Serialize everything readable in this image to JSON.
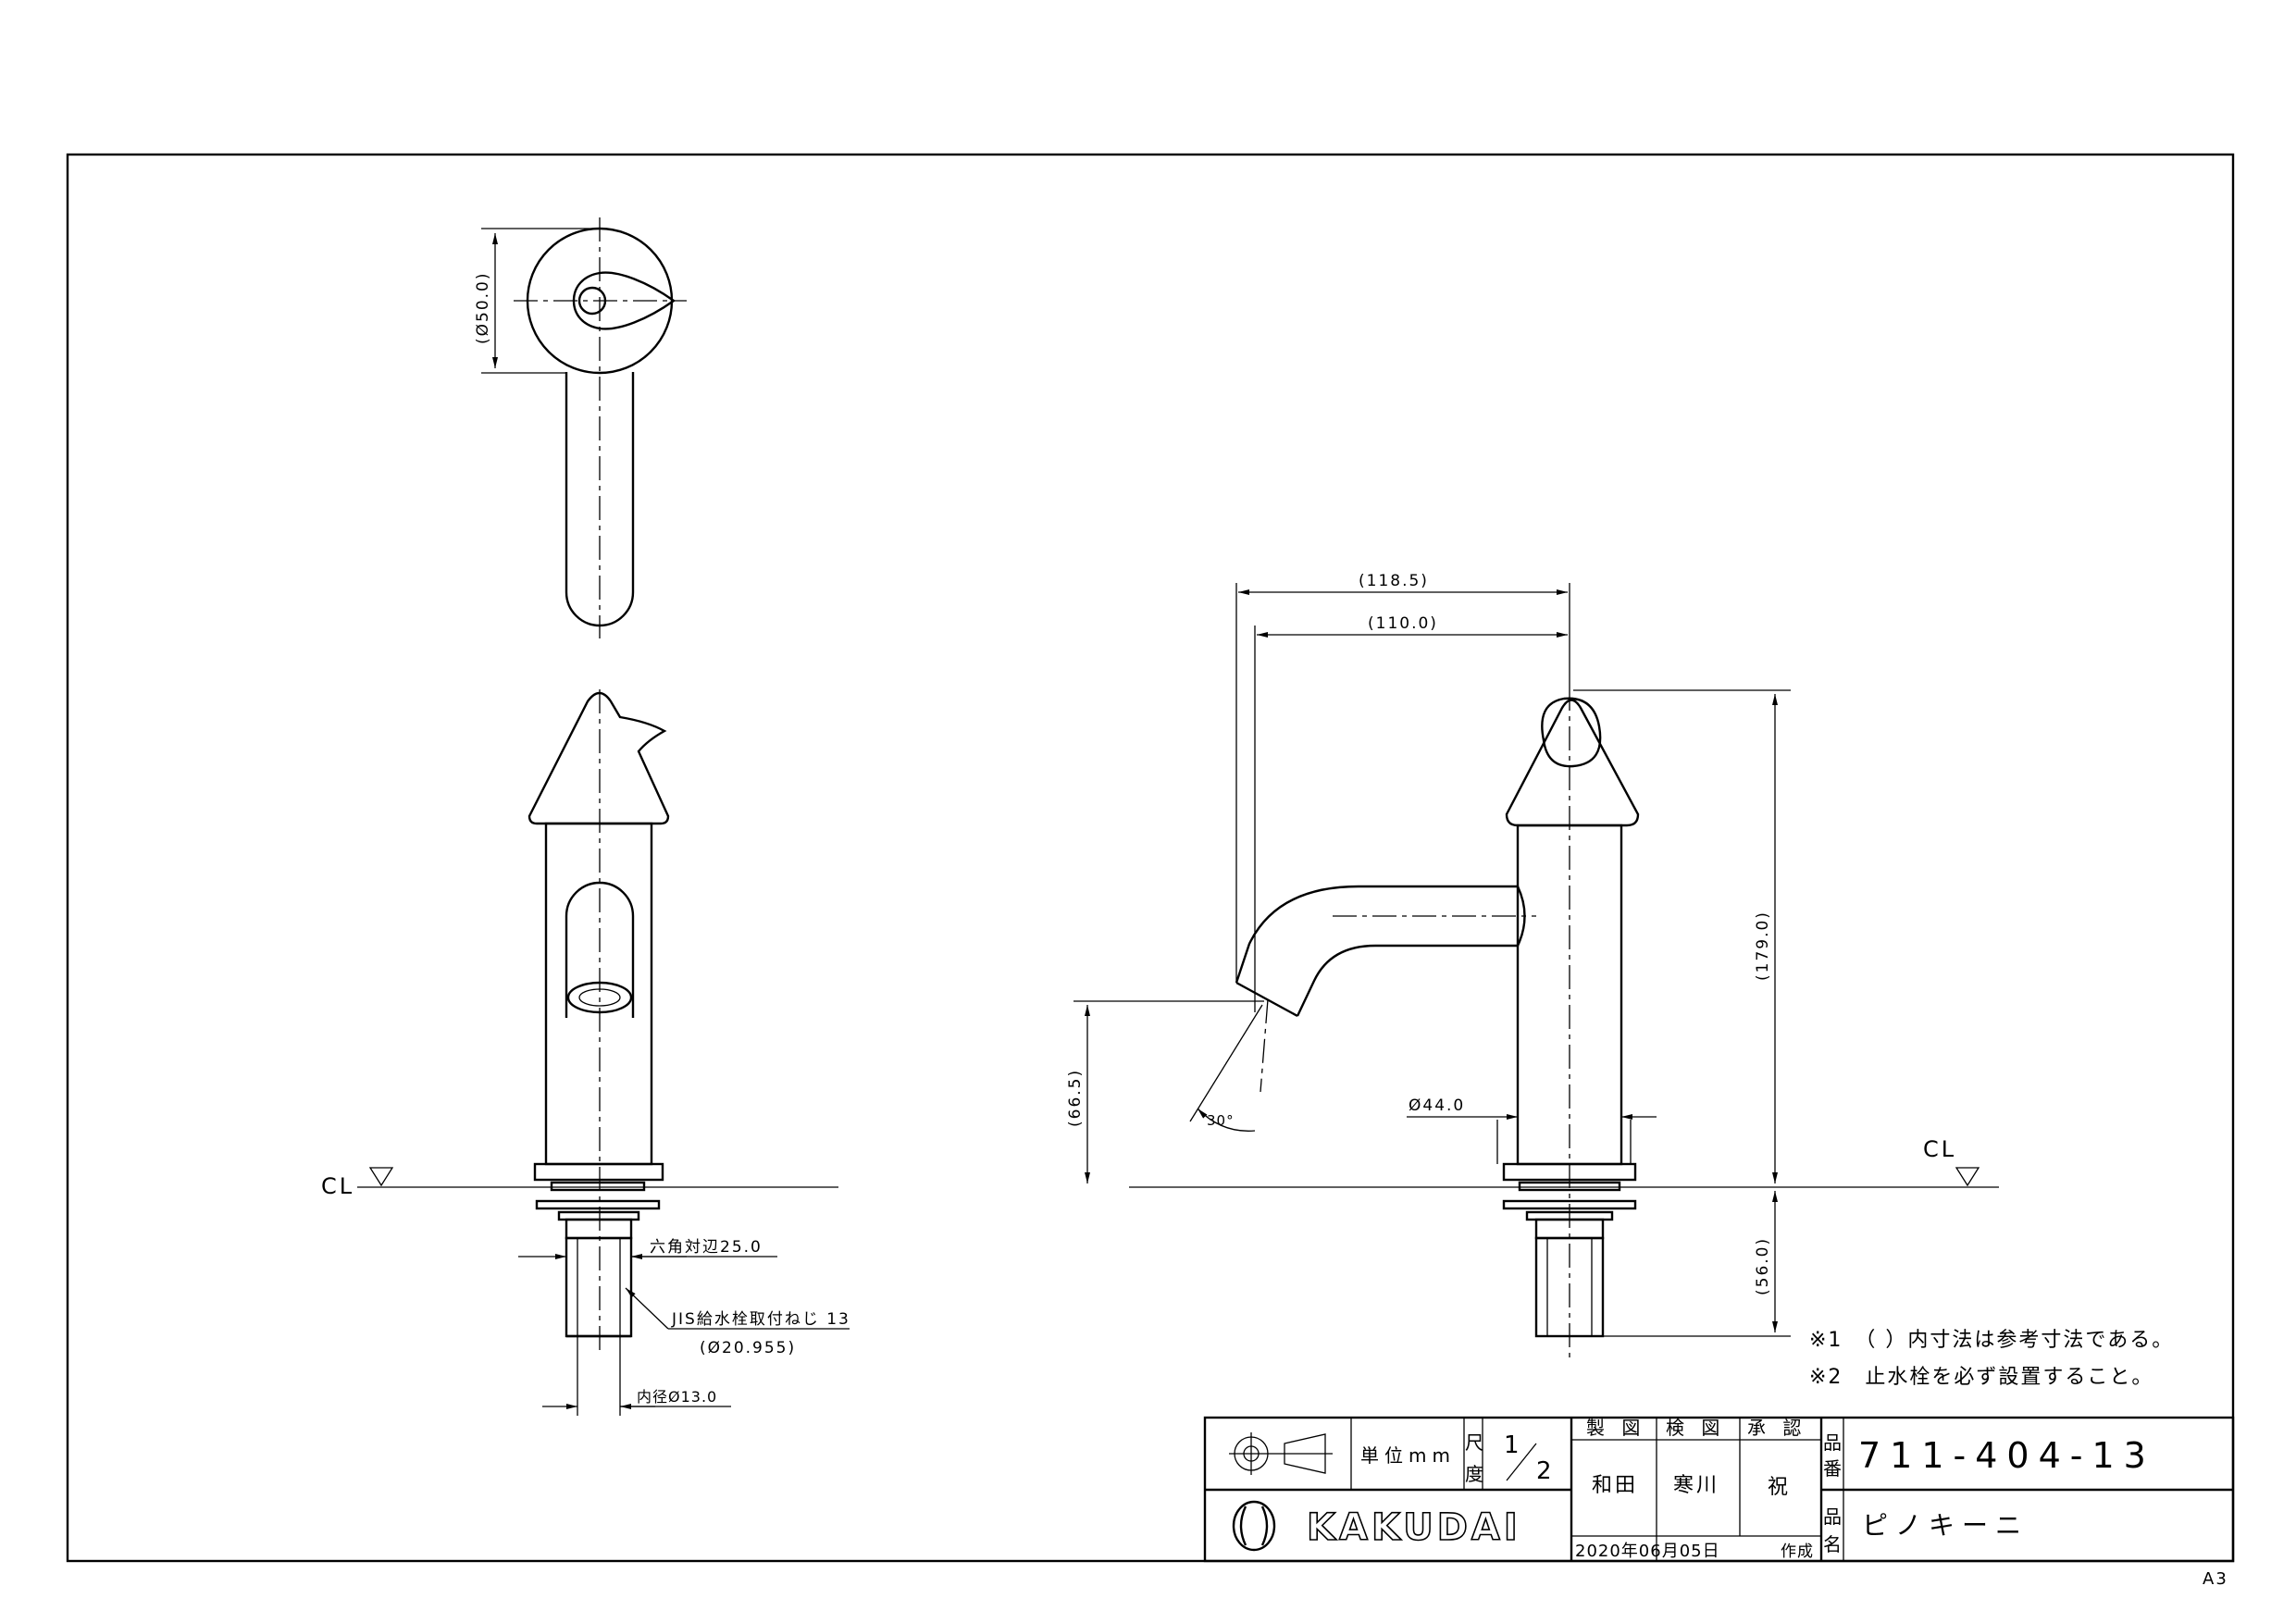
{
  "drawing": {
    "sheet_size": "A3",
    "center_line_label": "CL"
  },
  "dimensions": {
    "plan_diameter": "(Ø50.0)",
    "reach_outer": "(118.5)",
    "reach_inner": "(110.0)",
    "height_total": "(179.0)",
    "spout_height": "(66.5)",
    "spout_angle": "30°",
    "body_diameter": "Ø44.0",
    "below_counter": "(56.0)",
    "hex_across_flats": "六角対辺25.0",
    "thread_spec": "JIS給水栓取付ねじ 13",
    "thread_diameter": "(Ø20.955)",
    "inner_diameter": "内径Ø13.0"
  },
  "notes": [
    "※1　（ ）内寸法は参考寸法である。",
    "※2　止水栓を必ず設置すること。"
  ],
  "title_block": {
    "unit_label": "単位mm",
    "scale_label_1": "尺",
    "scale_label_2": "度",
    "scale_num": "1",
    "scale_den": "2",
    "drawn_label": "製 図",
    "checked_label": "検 図",
    "approved_label": "承 認",
    "drawn_by": "和田",
    "checked_by": "寒川",
    "approved_by": "祝",
    "part_no_label_1": "品",
    "part_no_label_2": "番",
    "part_no": "711-404-13",
    "name_label_1": "品",
    "name_label_2": "名",
    "product_name": "ピノキーニ",
    "date": "2020年06月05日",
    "date_suffix": "作成",
    "company": "KAKUDAI"
  },
  "icons": [
    "third-angle-projection-icon",
    "kakudai-logo-icon"
  ]
}
